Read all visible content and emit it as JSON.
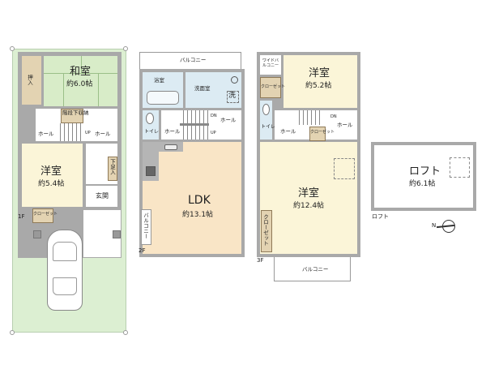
{
  "floors": [
    {
      "label": "1F",
      "rooms": [
        {
          "name": "和室",
          "size": "約6.0帖"
        },
        {
          "name": "押入"
        },
        {
          "name": "階段下収納"
        },
        {
          "name": "ホール"
        },
        {
          "name": "ホール"
        },
        {
          "name": "洋室",
          "size": "約5.4帖"
        },
        {
          "name": "下足入"
        },
        {
          "name": "玄関"
        },
        {
          "name": "クローゼット"
        }
      ],
      "stair": "UP"
    },
    {
      "label": "2F",
      "rooms": [
        {
          "name": "バルコニー"
        },
        {
          "name": "浴室"
        },
        {
          "name": "洗面室"
        },
        {
          "name": "洗"
        },
        {
          "name": "トイレ"
        },
        {
          "name": "ホール"
        },
        {
          "name": "ホール"
        },
        {
          "name": "LDK",
          "size": "約13.1帖"
        },
        {
          "name": "バルコニー"
        }
      ],
      "stair_dn": "DN",
      "stair_up": "UP"
    },
    {
      "label": "3F",
      "rooms": [
        {
          "name": "ワイドバルコニー"
        },
        {
          "name": "洋室",
          "size": "約5.2帖"
        },
        {
          "name": "クローゼット"
        },
        {
          "name": "トイレ"
        },
        {
          "name": "ホール"
        },
        {
          "name": "クローゼット"
        },
        {
          "name": "ホール"
        },
        {
          "name": "洋室",
          "size": "約12.4帖"
        },
        {
          "name": "クローゼット"
        },
        {
          "name": "バルコニー"
        }
      ],
      "stair_dn": "DN"
    },
    {
      "label": "ロフト",
      "rooms": [
        {
          "name": "ロフト",
          "size": "約6.1帖"
        }
      ]
    }
  ],
  "compass": {
    "north_label": "N"
  },
  "colors": {
    "wall": "#a9a9a9",
    "tatami": "#d8ecc8",
    "western_room": "#fbf5d8",
    "ldk": "#f9e5c6",
    "closet": "#e3d3b2",
    "wet_area": "#dcebf3",
    "site": "#dcefd2"
  }
}
